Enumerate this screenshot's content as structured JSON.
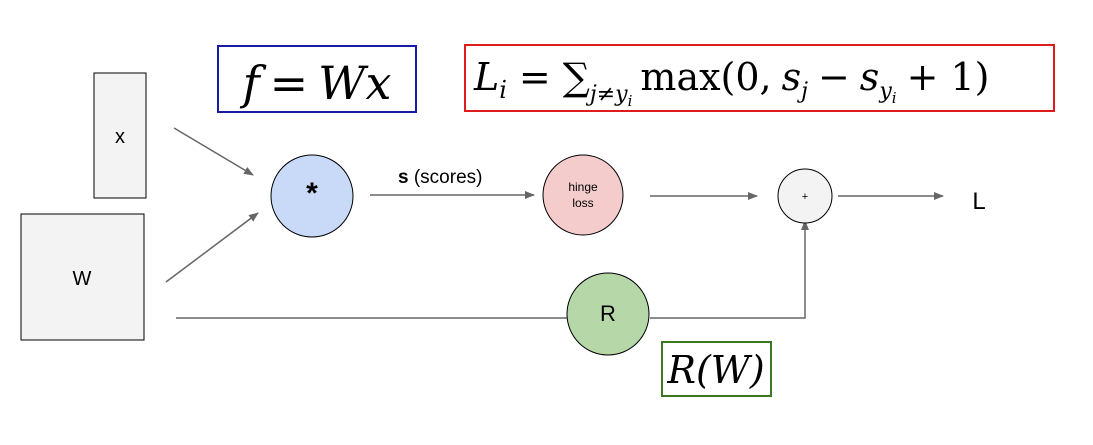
{
  "inputs": {
    "x_label": "x",
    "w_label": "W"
  },
  "nodes": {
    "multiply_symbol": "*",
    "hinge_line1": "hinge",
    "hinge_line2": "loss",
    "plus_symbol": "+",
    "regularizer_label": "R",
    "output_label": "L"
  },
  "edge_labels": {
    "scores_bold": "s",
    "scores_rest": " (scores)"
  },
  "formulas": {
    "f_eq": {
      "f": "f",
      "eq": "=",
      "W": "W",
      "x": "x"
    },
    "hinge": {
      "L": "L",
      "L_sub": "i",
      "eq": "=",
      "sum": "∑",
      "sum_sub": "j≠y",
      "sum_sub_i": "i",
      "max_open": "max(0,",
      "s1": "s",
      "s1_sub": "j",
      "minus": "−",
      "s2": "s",
      "s2_sub": "y",
      "s2_subsub": "i",
      "plus_one": "+ 1)"
    },
    "reg": "R(W)"
  },
  "colors": {
    "f_box_border": "#1a1aa6",
    "hinge_box_border": "#e01b1b",
    "reg_box_border": "#3b7a22",
    "multiply_fill": "#c9daf8",
    "hinge_fill": "#f4cccc",
    "regularizer_fill": "#b6d7a8",
    "plus_fill": "#f3f3f3",
    "input_fill": "#f3f3f3",
    "arrow": "#666666"
  }
}
